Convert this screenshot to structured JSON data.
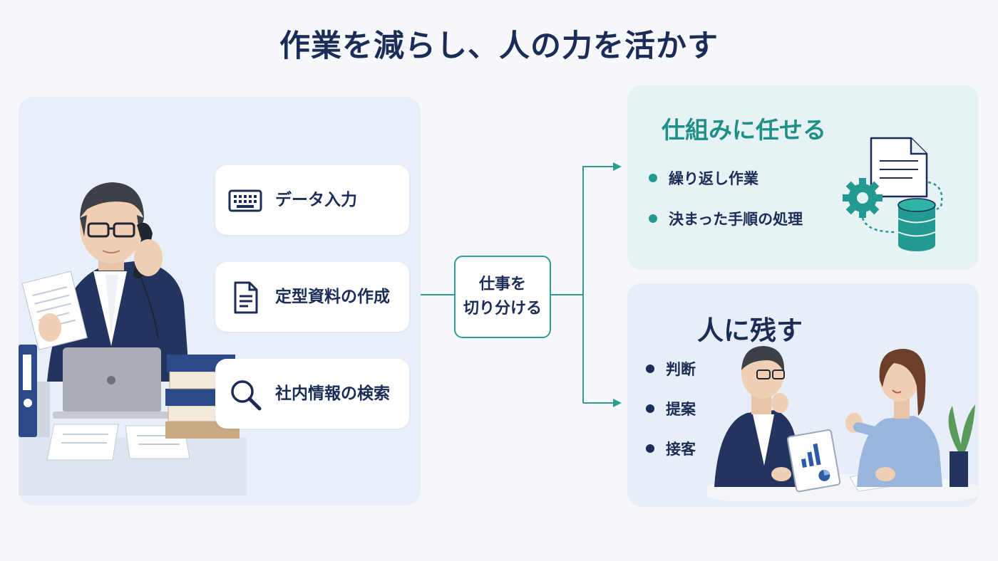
{
  "title": "作業を減らし、人の力を活かす",
  "left": {
    "tasks": [
      {
        "label": "データ入力",
        "icon": "keyboard-icon"
      },
      {
        "label": "定型資料の作成",
        "icon": "document-icon"
      },
      {
        "label": "社内情報の検索",
        "icon": "magnifier-icon"
      }
    ]
  },
  "center": {
    "line1": "仕事を",
    "line2": "切り分ける"
  },
  "system": {
    "title": "仕組みに任せる",
    "items": [
      "繰り返し作業",
      "決まった手順の処理"
    ]
  },
  "human": {
    "title": "人に残す",
    "items": [
      "判断",
      "提案",
      "接客"
    ]
  },
  "colors": {
    "navy": "#1b2d57",
    "teal": "#239a90",
    "panel_left": "#e9eff8",
    "panel_system": "#e6f2f3",
    "panel_human": "#e8eef7"
  }
}
